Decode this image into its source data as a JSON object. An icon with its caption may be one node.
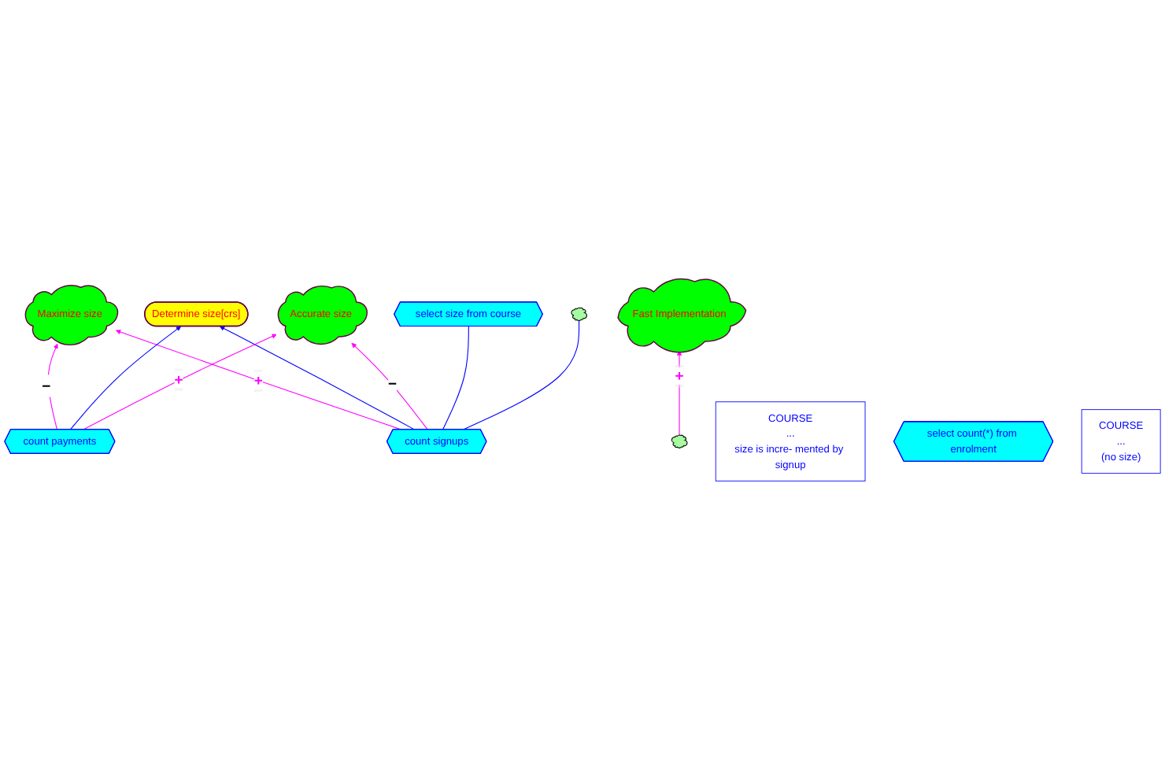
{
  "diagram": {
    "nodes": [
      {
        "text": [
          "Fast Implementation"
        ]
      },
      {
        "text": [
          "Maximize size"
        ]
      },
      {
        "text": [
          "Determine size[crs]"
        ]
      },
      {
        "text": [
          "Accurate size"
        ]
      },
      {
        "text": [
          "count signups"
        ]
      },
      {
        "text": [
          "count payments"
        ]
      },
      {
        "text": [],
        "shape": "cloud"
      },
      {
        "text": [
          "select size from course"
        ]
      },
      {
        "text": [
          "COURSE",
          "...",
          "size is incre- mented by signup"
        ]
      },
      {
        "text": [],
        "shape": "cloud"
      },
      {
        "text": [
          "select count(*) from enrolment"
        ]
      },
      {
        "text": [
          "COURSE",
          "...",
          "(no size)"
        ]
      }
    ],
    "edges": [
      {
        "from": 6,
        "to": 0,
        "arrow": "to",
        "label": "+"
      },
      {
        "from": 4,
        "to": 1,
        "arrow": "to",
        "label": "+"
      },
      {
        "from": 5,
        "to": 1,
        "arrow": "to",
        "label": "−"
      },
      {
        "from": 4,
        "to": 2,
        "arrow": "to",
        "color": "#0000ff"
      },
      {
        "from": 5,
        "to": 2,
        "arrow": "to",
        "color": "#0000ff"
      },
      {
        "from": 4,
        "to": 3,
        "arrow": "to",
        "label": "−"
      },
      {
        "from": 5,
        "to": 3,
        "arrow": "to",
        "label": "+"
      },
      {
        "from": 4,
        "to": 7,
        "arrow": "none",
        "color": "#0000ff"
      },
      {
        "from": 4,
        "to": 9,
        "arrow": "none",
        "color": "#0000ff"
      }
    ]
  }
}
